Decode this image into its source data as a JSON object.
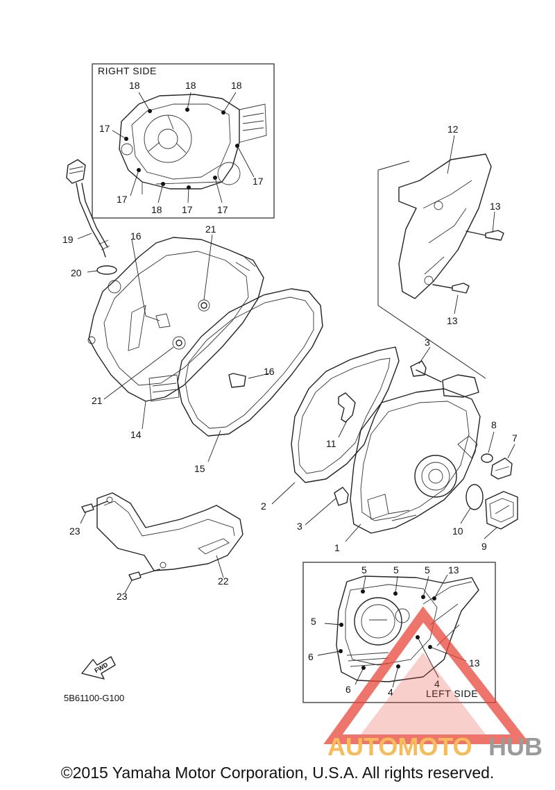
{
  "title_right_side": "RIGHT SIDE",
  "title_left_side": "LEFT SIDE",
  "diagram_code": "5B61100-G100",
  "fwd_arrow_text": "FWD",
  "copyright": "©2015 Yamaha Motor Corporation, U.S.A. All rights reserved.",
  "watermark": {
    "part1": "AUTOMOTO",
    "part2": "HUB",
    "color1": "#f5a623",
    "color2": "#7a7a7a",
    "triangle_color": "#e8473a"
  },
  "callouts": {
    "c1": "1",
    "c2": "2",
    "c3a": "3",
    "c3b": "3",
    "c7": "7",
    "c8": "8",
    "c9": "9",
    "c10": "10",
    "c11": "11",
    "c12": "12",
    "c13a": "13",
    "c13b": "13",
    "c14": "14",
    "c15": "15",
    "c16a": "16",
    "c16b": "16",
    "c19": "19",
    "c20": "20",
    "c21a": "21",
    "c21b": "21",
    "c22": "22",
    "c23a": "23",
    "c23b": "23",
    "r18a": "18",
    "r18b": "18",
    "r18c": "18",
    "r18d": "18",
    "r17a": "17",
    "r17b": "17",
    "r17c": "17",
    "r17d": "17",
    "r17e": "17",
    "l5a": "5",
    "l5b": "5",
    "l5c": "5",
    "l5d": "5",
    "l13a": "13",
    "l13b": "13",
    "l6a": "6",
    "l6b": "6",
    "l4a": "4",
    "l4b": "4"
  }
}
